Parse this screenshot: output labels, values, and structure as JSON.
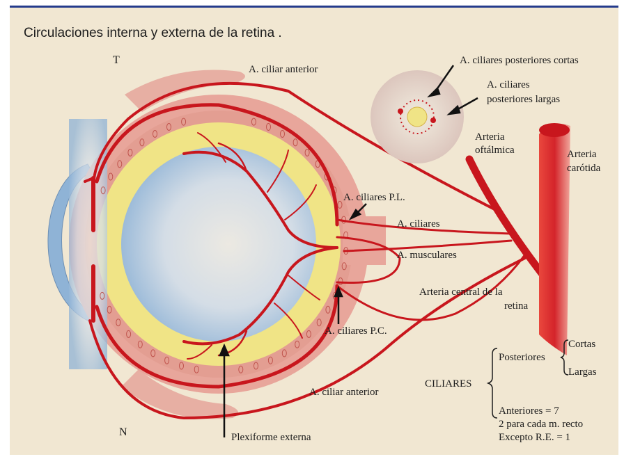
{
  "title": "Circulaciones interna y externa de la retina .",
  "orientation": {
    "top": "T",
    "bottom": "N"
  },
  "labels": {
    "ciliar_anterior_top": "A. ciliar anterior",
    "ciliares_post_cortas": "A. ciliares posteriores cortas",
    "ciliares_post_largas_1": "A. ciliares",
    "ciliares_post_largas_2": "posteriores largas",
    "arteria_oftalmica_1": "Arteria",
    "arteria_oftalmica_2": "oftálmica",
    "arteria_carotida_1": "Arteria",
    "arteria_carotida_2": "carótida",
    "ciliares_pl": "A. ciliares P.L.",
    "ciliares": "A. ciliares",
    "musculares": "A. musculares",
    "central_retina_1": "Arteria central de la",
    "central_retina_2": "retina",
    "ciliares_pc": "A. ciliares P.C.",
    "ciliar_anterior_bottom": "A. ciliar anterior",
    "plexiforme": "Plexiforme externa"
  },
  "legend": {
    "ciliares": "CILIARES",
    "posteriores": "Posteriores",
    "cortas": "Cortas",
    "largas": "Largas",
    "anteriores": "Anteriores = 7",
    "dos_por_recto": "2 para cada m. recto",
    "excepto": "Excepto R.E. = 1"
  },
  "colors": {
    "artery": "#c8161d",
    "sclera": "#e8a69b",
    "retina": "#f0e486",
    "vitreous": "#8fb3d6",
    "background": "#f1e7d2"
  }
}
